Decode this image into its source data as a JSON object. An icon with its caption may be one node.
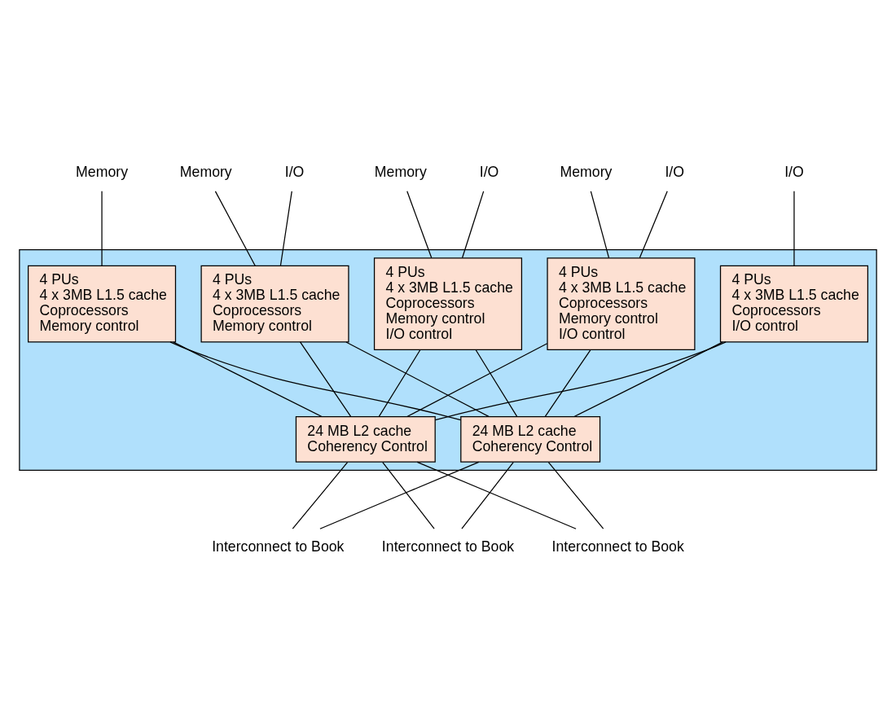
{
  "diagram": {
    "nodes": [
      {
        "text": [
          "Memory"
        ]
      },
      {
        "text": [
          "Memory"
        ]
      },
      {
        "text": [
          "Memory"
        ]
      },
      {
        "text": [
          "Memory"
        ]
      },
      {
        "text": [
          "I/O"
        ]
      },
      {
        "text": [
          "I/O"
        ]
      },
      {
        "text": [
          "I/O"
        ]
      },
      {
        "text": [
          "I/O"
        ]
      },
      {
        "text": [],
        "shape": "box"
      },
      {
        "text": [
          "4 PUs",
          "4 x 3MB L1.5 cache",
          "Coprocessors",
          "Memory control"
        ],
        "in": 8
      },
      {
        "text": [
          "4 PUs",
          "4 x 3MB L1.5 cache",
          "Coprocessors",
          "Memory control"
        ],
        "in": 8
      },
      {
        "text": [
          "4 PUs",
          "4 x 3MB L1.5 cache",
          "Coprocessors",
          "Memory control",
          "I/O control"
        ],
        "in": 8
      },
      {
        "text": [
          "4 PUs",
          "4 x 3MB L1.5 cache",
          "Coprocessors",
          "Memory control",
          "I/O control"
        ],
        "in": 8
      },
      {
        "text": [
          "4 PUs",
          "4 x 3MB L1.5 cache",
          "Coprocessors",
          "I/O control"
        ],
        "in": 8
      },
      {
        "text": [
          "24 MB L2 cache",
          "Coherency Control"
        ],
        "in": 8
      },
      {
        "text": [
          "24 MB L2 cache",
          "Coherency Control"
        ],
        "in": 8
      },
      {
        "text": [
          "Interconnect to Book"
        ]
      },
      {
        "text": [
          "Interconnect to Book"
        ]
      },
      {
        "text": [
          "Interconnect to Book"
        ]
      }
    ],
    "edges": [
      {
        "from": 0,
        "to": 9,
        "arrow": "none"
      },
      {
        "from": 1,
        "to": 10,
        "arrow": "none"
      },
      {
        "from": 2,
        "to": 11,
        "arrow": "none"
      },
      {
        "from": 3,
        "to": 12,
        "arrow": "none"
      },
      {
        "from": 4,
        "to": 10,
        "arrow": "none"
      },
      {
        "from": 5,
        "to": 11,
        "arrow": "none"
      },
      {
        "from": 6,
        "to": 12,
        "arrow": "none"
      },
      {
        "from": 7,
        "to": 13,
        "arrow": "none"
      },
      {
        "from": 9,
        "to": 14,
        "arrow": "none"
      },
      {
        "from": 9,
        "to": 15,
        "arrow": "none"
      },
      {
        "from": 10,
        "to": 14,
        "arrow": "none"
      },
      {
        "from": 10,
        "to": 15,
        "arrow": "none"
      },
      {
        "from": 11,
        "to": 14,
        "arrow": "none"
      },
      {
        "from": 11,
        "to": 15,
        "arrow": "none"
      },
      {
        "from": 12,
        "to": 14,
        "arrow": "none"
      },
      {
        "from": 12,
        "to": 15,
        "arrow": "none"
      },
      {
        "from": 13,
        "to": 14,
        "arrow": "none"
      },
      {
        "from": 13,
        "to": 15,
        "arrow": "none"
      },
      {
        "from": 14,
        "to": 16,
        "arrow": "none"
      },
      {
        "from": 14,
        "to": 17,
        "arrow": "none"
      },
      {
        "from": 14,
        "to": 18,
        "arrow": "none"
      },
      {
        "from": 15,
        "to": 16,
        "arrow": "none"
      },
      {
        "from": 15,
        "to": 17,
        "arrow": "none"
      },
      {
        "from": 15,
        "to": 18,
        "arrow": "none"
      }
    ]
  }
}
